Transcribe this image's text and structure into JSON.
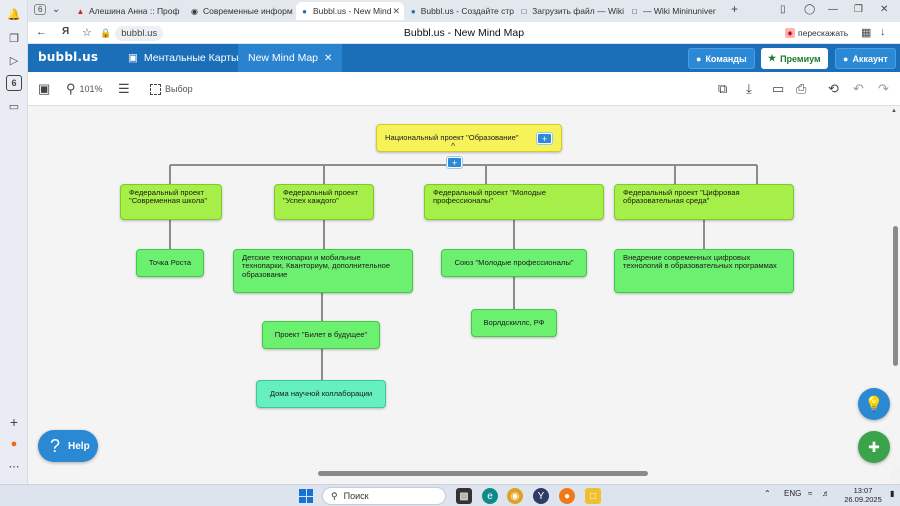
{
  "browser": {
    "tab_count": "6",
    "tabs": [
      {
        "label": "Алешина Анна :: Проф",
        "active": false
      },
      {
        "label": "Современные информ",
        "active": false
      },
      {
        "label": "Bubbl.us - New Mind",
        "active": true
      },
      {
        "label": "Bubbl.us - Создайте стр",
        "active": false
      },
      {
        "label": "Загрузить файл — Wiki",
        "active": false
      },
      {
        "label": "— Wiki Mininuniver",
        "active": false
      }
    ],
    "new_tab": "+",
    "url": "bubbl.us",
    "page_title": "Bubbl.us - New Mind Map",
    "translate_label": "перескажать"
  },
  "app": {
    "logo": "bubbl.us",
    "nav": {
      "maps_label": "Ментальные Карты",
      "current_map": "New Mind Map"
    },
    "buttons": {
      "teams": "Команды",
      "premium": "Премиум",
      "account": "Аккаунт"
    }
  },
  "toolbar": {
    "zoom": "101%",
    "select_label": "Выбор"
  },
  "mindmap": {
    "root": "Национальный проект \"Образование\"",
    "projects": [
      "Федеральный проект \"Современная школа\"",
      "Федеральный проект \"Успех каждого\"",
      "Федеральный проект \"Молодые профессионалы\"",
      "Федеральный проект \"Цифровая образовательная среда\""
    ],
    "children": {
      "school": "Точка Роста",
      "success": "Детские технопарки и мобильные технопарки, Кванториум, дополнительное образование",
      "success_sub": "Проект \"Билет в будущее\"",
      "success_sub2": "Дома научной коллаборации",
      "pros": "Союз \"Молодые профессионалы\"",
      "pros_sub": "Ворлдскиллс, РФ",
      "digital": "Внедрение современных цифровых технологий в образовательных программах"
    }
  },
  "floating": {
    "help_label": "Help",
    "help_glyph": "?"
  },
  "taskbar": {
    "search_placeholder": "Поиск",
    "lang": "ENG",
    "time": "13:07",
    "date": "26.09.2025"
  },
  "colors": {
    "brand": "#1a6fb8",
    "root": "#f6f35a",
    "project": "#a6ee48",
    "child": "#6cf070",
    "leaf": "#66f0c0"
  }
}
